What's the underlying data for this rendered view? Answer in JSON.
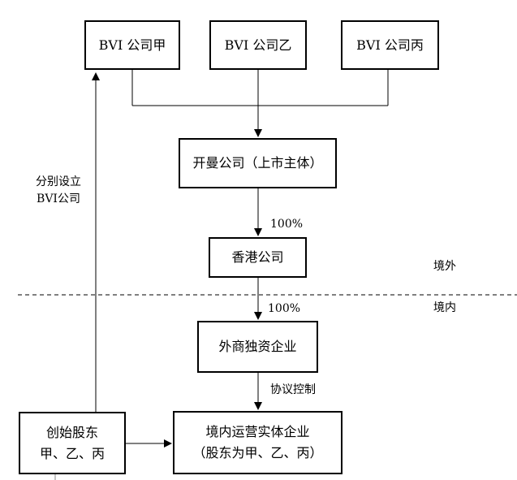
{
  "nodes": {
    "bvi_a": "BVI 公司甲",
    "bvi_b": "BVI 公司乙",
    "bvi_c": "BVI 公司丙",
    "cayman": "开曼公司（上市主体）",
    "hk": "香港公司",
    "wfoe": "外商独资企业",
    "opco_line1": "境内运营实体企业",
    "opco_line2": "（股东为甲、乙、丙）",
    "founders_line1": "创始股东",
    "founders_line2": "甲、乙、丙"
  },
  "edges": {
    "cayman_to_hk": "100%",
    "hk_to_wfoe": "100%",
    "wfoe_to_opco": "协议控制",
    "founders_to_bvi_line1": "分别设立",
    "founders_to_bvi_line2": "BVI公司"
  },
  "regions": {
    "offshore": "境外",
    "onshore": "境内"
  }
}
